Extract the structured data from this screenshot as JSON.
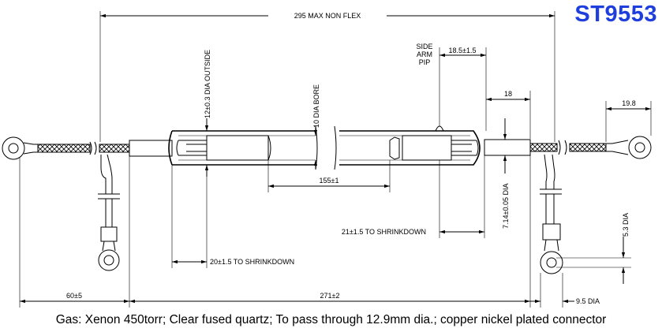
{
  "part_number": "ST9553",
  "caption": "Gas: Xenon 450torr; Clear fused quartz; To pass through 12.9mm dia.; copper nickel plated connector",
  "dimensions": {
    "overall_length": "295 MAX NON FLEX",
    "side_arm_label_1": "SIDE",
    "side_arm_label_2": "ARM",
    "side_arm_label_3": "PIP",
    "side_arm_offset": "18.5±1.5",
    "outside_dia": "12±0.3 DIA OUTSIDE",
    "bore_dia": "10 DIA BORE",
    "end_length": "18",
    "right_lead": "19.8",
    "inner_length": "155±1",
    "shrinkdown_right": "21±1.5 TO SHRINKDOWN",
    "electrode_dia": "7.14±0.05 DIA",
    "lug_hole": "5.3 DIA",
    "shrinkdown_left": "20±1.5 TO SHRINKDOWN",
    "left_lead": "60±5",
    "main_length": "271±2",
    "lug_outer": "9.5 DIA"
  }
}
